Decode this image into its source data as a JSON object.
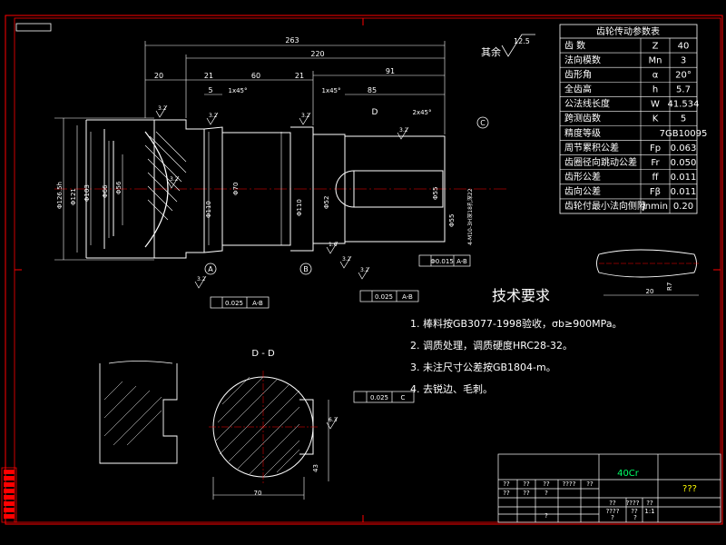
{
  "colors": {
    "background": "#000000",
    "line": "#ffffff",
    "frame": "#ff0000",
    "dimension": "#ffffff",
    "material_text": "#00ff66",
    "title_code": "#ffff00"
  },
  "drawing": {
    "total_length": "263",
    "length_220": "220",
    "length_91": "91",
    "length_20": "20",
    "length_21a": "21",
    "length_60": "60",
    "length_21b": "21",
    "length_5": "5",
    "chamfer_1": "1x45°",
    "chamfer_2": "1x45°",
    "chamfer_3": "2x45°",
    "len_85": "85",
    "roughness_other_label": "其余",
    "roughness_other_value": "12.5",
    "diameters": [
      "Φ126.5h",
      "Φ121",
      "Φ103",
      "Φ66",
      "Φ56"
    ],
    "dia_shaft_1": "Φ110",
    "dia_shaft_2": "Φ70",
    "dia_shaft_3": "Φ110",
    "dia_shaft_4": "Φ52",
    "dia_shaft_5": "Φ55",
    "dia_shaft_6": "Φ55",
    "keyway_note": "4-M10-3H深18孔深22",
    "label_A": "A",
    "label_B": "B",
    "label_C": "C",
    "label_D": "D",
    "section_label": "D - D",
    "tol_1": "0.025",
    "tol_1_ref": "A-B",
    "tol_2": "0.025",
    "tol_2_ref": "A-B",
    "tol_3": "Φ0.015",
    "tol_3_ref": "A-B",
    "tol_4": "0.025",
    "tol_4_ref": "C",
    "section_width": "70",
    "section_depth": "43",
    "roughness_values": [
      "3.2",
      "3.2",
      "3.2",
      "3.2",
      "3.2",
      "3.2",
      "3.2",
      "1.6",
      "3.2",
      "6.3"
    ],
    "detail_width": "20",
    "detail_height": "R7"
  },
  "param_table": {
    "title": "齿轮传动参数表",
    "rows": [
      {
        "name": "齿 数",
        "symbol": "Z",
        "value": "40"
      },
      {
        "name": "法向模数",
        "symbol": "Mn",
        "value": "3"
      },
      {
        "name": "齿形角",
        "symbol": "α",
        "value": "20°"
      },
      {
        "name": "全齿高",
        "symbol": "h",
        "value": "5.7"
      },
      {
        "name": "公法线长度",
        "symbol": "W",
        "value": "41.534"
      },
      {
        "name": "跨测齿数",
        "symbol": "K",
        "value": "5"
      },
      {
        "name": "精度等级",
        "symbol": "",
        "value": "7GB10095"
      },
      {
        "name": "周节累积公差",
        "symbol": "Fp",
        "value": "0.063"
      },
      {
        "name": "齿圈径向跳动公差",
        "symbol": "Fr",
        "value": "0.050"
      },
      {
        "name": "齿形公差",
        "symbol": "ff",
        "value": "0.011"
      },
      {
        "name": "齿向公差",
        "symbol": "Fβ",
        "value": "0.011"
      },
      {
        "name": "齿轮付最小法向侧隙",
        "symbol": "jnmin",
        "value": "0.20"
      }
    ]
  },
  "requirements": {
    "title": "技术要求",
    "items": [
      "1. 棒料按GB3077-1998验收，σb≥900MPa。",
      "2. 调质处理，调质硬度HRC28-32。",
      "3. 未注尺寸公差按GB1804-m。",
      "4. 去锐边、毛刺。"
    ]
  },
  "title_block": {
    "material": "40Cr",
    "code": "???",
    "cells": [
      "??",
      "??",
      "??",
      "????",
      "??",
      "??",
      "??",
      "?",
      "??",
      "????",
      "????",
      "??",
      "??",
      "1:1",
      "?",
      "?",
      "?"
    ]
  },
  "layer_bar": {
    "items": [
      "",
      "",
      "",
      "",
      "",
      "",
      "",
      ""
    ]
  }
}
